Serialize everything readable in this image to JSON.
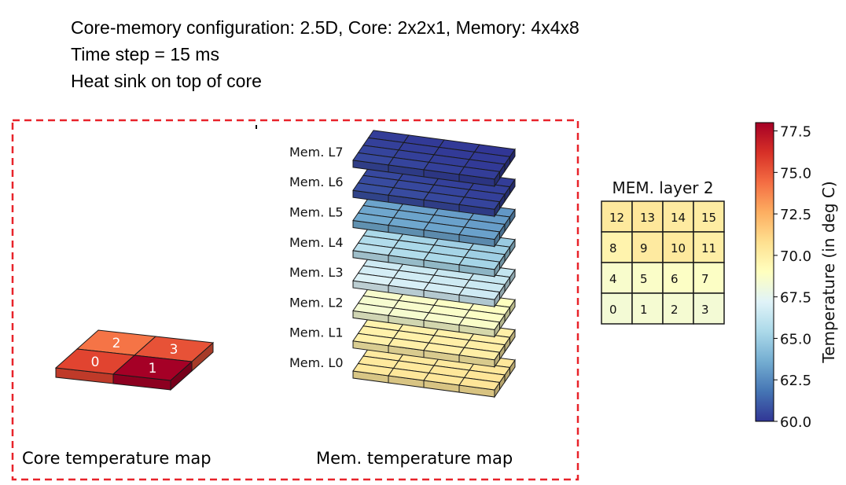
{
  "header": {
    "config_line": "Core-memory configuration: 2.5D, Core: 2x2x1, Memory: 4x4x8",
    "timestep_line": "Time step = 15 ms",
    "heatsink_line": "Heat sink on top of core"
  },
  "core_map": {
    "caption": "Core temperature map",
    "cells": [
      {
        "label": "0",
        "temp": 75.6
      },
      {
        "label": "1",
        "temp": 78.0
      },
      {
        "label": "2",
        "temp": 74.2
      },
      {
        "label": "3",
        "temp": 75.2
      }
    ]
  },
  "mem_map": {
    "caption": "Mem. temperature map",
    "layers": [
      {
        "label": "Mem. L0",
        "temps": [
          [
            70.2,
            70.2,
            70.3,
            70.4
          ],
          [
            70.2,
            70.3,
            70.3,
            70.4
          ],
          [
            70.3,
            70.3,
            70.4,
            70.5
          ],
          [
            70.3,
            70.4,
            70.4,
            70.5
          ]
        ]
      },
      {
        "label": "Mem. L1",
        "temps": [
          [
            69.7,
            69.7,
            69.8,
            69.9
          ],
          [
            69.7,
            69.8,
            69.8,
            69.9
          ],
          [
            69.8,
            69.8,
            69.9,
            70.0
          ],
          [
            69.8,
            69.9,
            69.9,
            70.0
          ]
        ]
      },
      {
        "label": "Mem. L2",
        "temps": [
          [
            68.8,
            68.8,
            68.9,
            69.0
          ],
          [
            68.6,
            68.7,
            68.8,
            68.9
          ],
          [
            68.5,
            68.6,
            68.7,
            68.8
          ],
          [
            68.4,
            68.5,
            68.6,
            68.7
          ]
        ]
      },
      {
        "label": "Mem. L3",
        "temps": [
          [
            66.4,
            66.3,
            66.3,
            66.2
          ],
          [
            66.6,
            66.5,
            66.4,
            66.3
          ],
          [
            66.8,
            66.7,
            66.6,
            66.5
          ],
          [
            67.1,
            66.9,
            66.8,
            66.6
          ]
        ]
      },
      {
        "label": "Mem. L4",
        "temps": [
          [
            65.2,
            65.0,
            64.9,
            64.8
          ],
          [
            65.4,
            65.2,
            65.0,
            64.9
          ],
          [
            65.6,
            65.4,
            65.2,
            65.0
          ],
          [
            65.9,
            65.6,
            65.4,
            65.2
          ]
        ]
      },
      {
        "label": "Mem. L5",
        "temps": [
          [
            63.2,
            63.1,
            63.0,
            62.9
          ],
          [
            63.3,
            63.2,
            63.1,
            63.0
          ],
          [
            63.4,
            63.3,
            63.2,
            63.1
          ],
          [
            63.5,
            63.4,
            63.3,
            63.2
          ]
        ]
      },
      {
        "label": "Mem. L6",
        "temps": [
          [
            60.4,
            60.3,
            60.3,
            60.2
          ],
          [
            60.5,
            60.4,
            60.3,
            60.3
          ],
          [
            60.6,
            60.5,
            60.4,
            60.3
          ],
          [
            60.7,
            60.6,
            60.5,
            60.4
          ]
        ]
      },
      {
        "label": "Mem. L7",
        "temps": [
          [
            60.2,
            60.1,
            60.1,
            60.0
          ],
          [
            60.3,
            60.2,
            60.1,
            60.1
          ],
          [
            60.4,
            60.3,
            60.2,
            60.1
          ],
          [
            60.5,
            60.4,
            60.3,
            60.2
          ]
        ]
      }
    ]
  },
  "layer2_grid": {
    "title": "MEM. layer 2",
    "rows": [
      [
        {
          "label": "12",
          "temp": 70.3
        },
        {
          "label": "13",
          "temp": 70.4
        },
        {
          "label": "14",
          "temp": 70.2
        },
        {
          "label": "15",
          "temp": 70.1
        }
      ],
      [
        {
          "label": "8",
          "temp": 69.7
        },
        {
          "label": "9",
          "temp": 70.2
        },
        {
          "label": "10",
          "temp": 70.3
        },
        {
          "label": "11",
          "temp": 70.0
        }
      ],
      [
        {
          "label": "4",
          "temp": 68.6
        },
        {
          "label": "5",
          "temp": 68.7
        },
        {
          "label": "6",
          "temp": 68.8
        },
        {
          "label": "7",
          "temp": 68.8
        }
      ],
      [
        {
          "label": "0",
          "temp": 68.3
        },
        {
          "label": "1",
          "temp": 68.4
        },
        {
          "label": "2",
          "temp": 68.4
        },
        {
          "label": "3",
          "temp": 68.3
        }
      ]
    ]
  },
  "colorbar": {
    "label": "Temperature (in deg C)",
    "min": 60.0,
    "max": 78.0,
    "ticks": [
      "60.0",
      "62.5",
      "65.0",
      "67.5",
      "70.0",
      "72.5",
      "75.0",
      "77.5"
    ],
    "colormap": "RdYlBu_r"
  },
  "colors": {
    "border_dashed": "#e8232a",
    "edge": "#1a1a1a"
  }
}
